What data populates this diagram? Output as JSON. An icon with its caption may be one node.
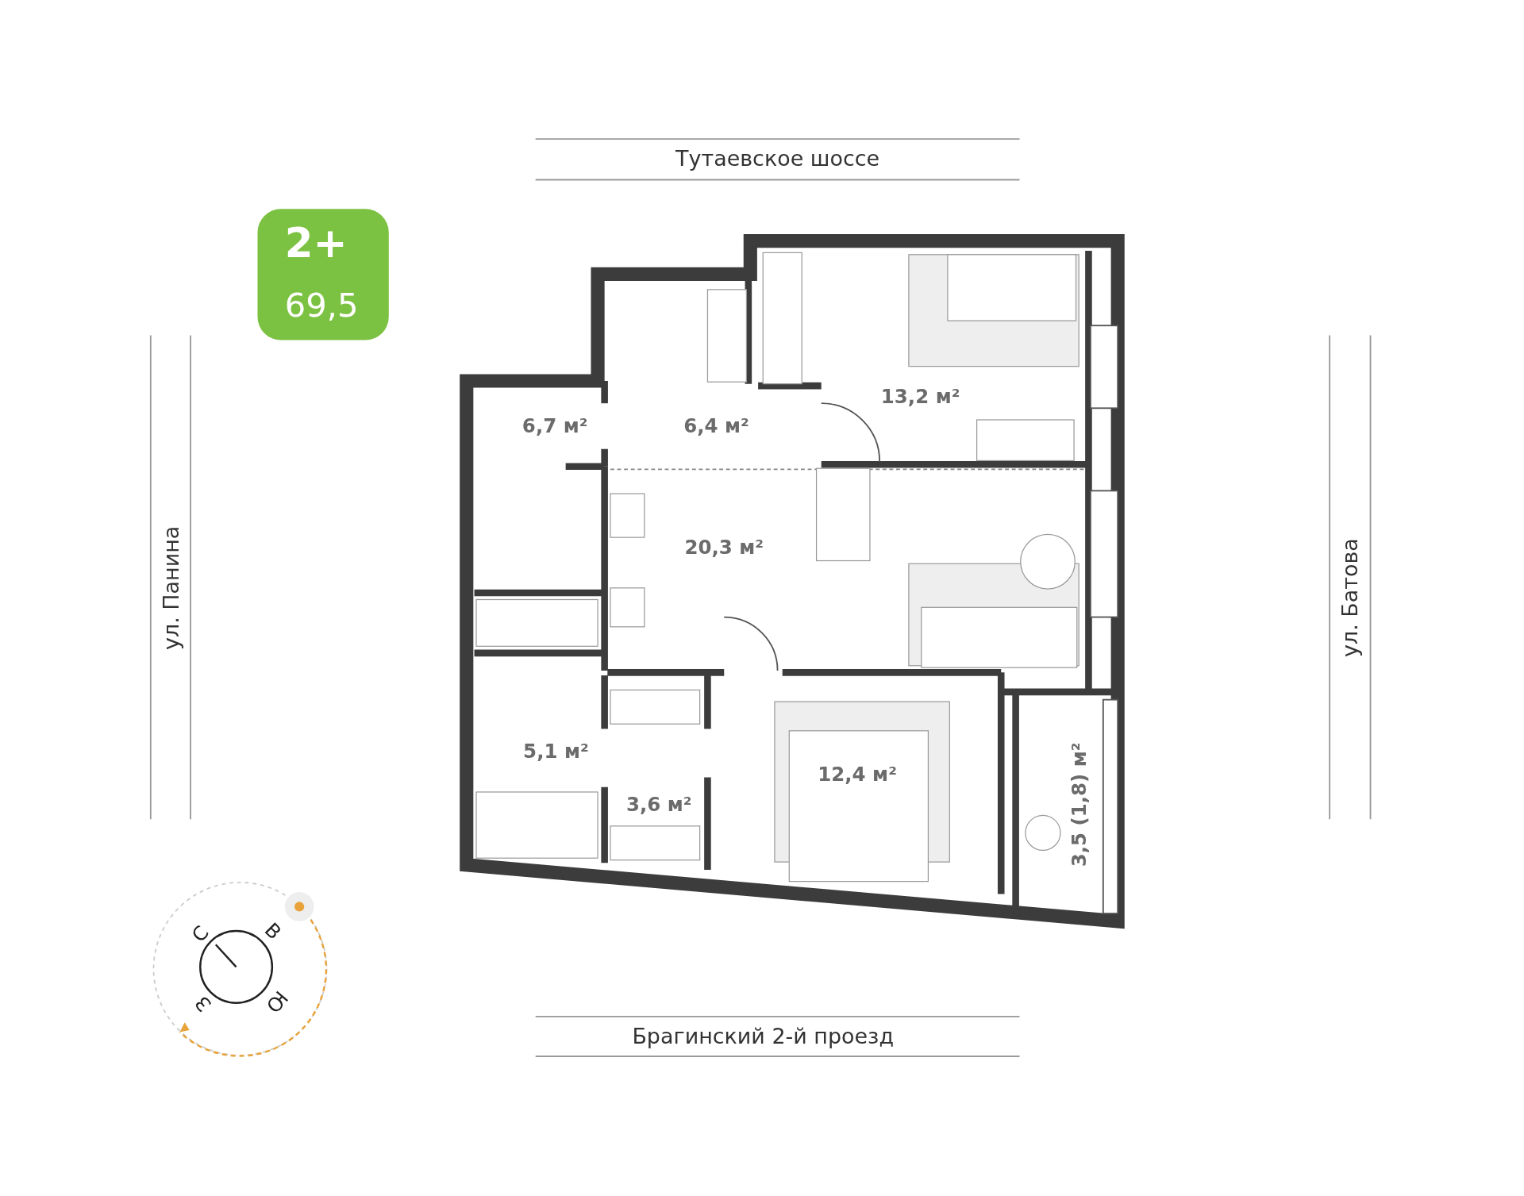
{
  "diagram": {
    "nodes": [
      {
        "text": [
          "2+",
          "69,5"
        ]
      },
      {
        "text": [
          "13,2 м²"
        ]
      },
      {
        "text": [
          "6,7 м²"
        ]
      },
      {
        "text": [
          "6,4 м²"
        ]
      },
      {
        "text": [
          "20,3 м²"
        ]
      },
      {
        "text": [
          "5,1 м²"
        ]
      },
      {
        "text": [
          "3,6 м²"
        ]
      },
      {
        "text": [
          "12,4 м²"
        ]
      },
      {
        "text": [
          "3,5 (1,8) м²"
        ]
      }
    ],
    "labels": [
      "Тутаевское шоссе",
      "ул. Панина",
      "ул. Батова",
      "Брагинский 2-й проезд",
      "С",
      "В",
      "Ю",
      "З"
    ]
  }
}
